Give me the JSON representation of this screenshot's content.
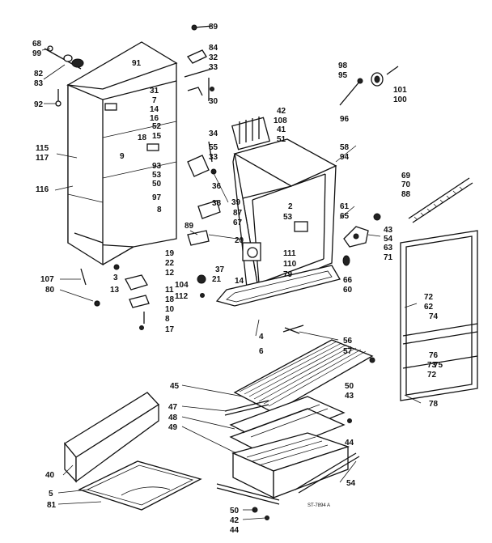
{
  "labels": {
    "l68": "68",
    "l99": "99",
    "l82": "82",
    "l83": "83",
    "l92": "92",
    "l91": "91",
    "l31": "31",
    "l7": "7",
    "l14a": "14",
    "l16": "16",
    "l52": "52",
    "l15": "15",
    "l18a": "18",
    "l9": "9",
    "l89a": "89",
    "l84": "84",
    "l32": "32",
    "l33a": "33",
    "l30": "30",
    "l115": "115",
    "l117": "117",
    "l116": "116",
    "l93": "93",
    "l53a": "53",
    "l50a": "50",
    "l97": "97",
    "l8a": "8",
    "l34": "34",
    "l55": "55",
    "l33b": "33",
    "l36": "36",
    "l38": "38",
    "l87": "87",
    "l67": "67",
    "l89b": "89",
    "l42": "42",
    "l108": "108",
    "l41": "41",
    "l51": "51",
    "l98": "98",
    "l95": "95",
    "l96": "96",
    "l101": "101",
    "l100": "100",
    "l58": "58",
    "l94": "94",
    "l39": "39",
    "l2": "2",
    "l53b": "53",
    "l61": "61",
    "l65": "65",
    "l43a": "43",
    "l54a": "54",
    "l63": "63",
    "l71": "71",
    "l69": "69",
    "l70": "70",
    "l88": "88",
    "l20": "20",
    "l19": "19",
    "l22": "22",
    "l12": "12",
    "l21": "21",
    "l37": "37",
    "l14b": "14",
    "l111": "111",
    "l110": "110",
    "l79": "79",
    "l66": "66",
    "l60": "60",
    "l107": "107",
    "l80": "80",
    "l3": "3",
    "l13": "13",
    "l11": "11",
    "l18b": "18",
    "l10": "10",
    "l8b": "8",
    "l17": "17",
    "l104": "104",
    "l112": "112",
    "l72a": "72",
    "l62": "62",
    "l74": "74",
    "l76": "76",
    "l73": "73",
    "l75": "75",
    "l72b": "72",
    "l78": "78",
    "l4": "4",
    "l6": "6",
    "l56": "56",
    "l57": "57",
    "l45": "45",
    "l47": "47",
    "l48": "48",
    "l49": "49",
    "l50b": "50",
    "l43b": "43",
    "l44a": "44",
    "l40": "40",
    "l5": "5",
    "l81": "81",
    "l54b": "54",
    "l50c": "50",
    "l42b": "42",
    "l44b": "44",
    "ref": "ST-7894 A"
  }
}
